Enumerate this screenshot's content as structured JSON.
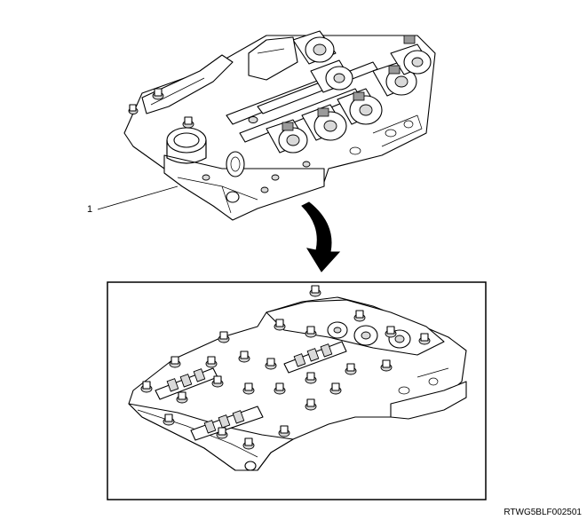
{
  "diagram": {
    "callouts": [
      {
        "id": "1",
        "label": "1"
      }
    ],
    "figure_code": "RTWG5BLF002501",
    "colors": {
      "line": "#000000",
      "background": "#ffffff",
      "shade": "#d9d9d9"
    }
  }
}
